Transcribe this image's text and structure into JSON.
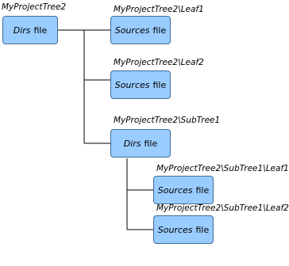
{
  "nodes": {
    "root": {
      "path": "MyProjectTree2",
      "kind": "Dirs",
      "suffix": "file"
    },
    "leaf1": {
      "path": "MyProjectTree2\\Leaf1",
      "kind": "Sources",
      "suffix": "file"
    },
    "leaf2": {
      "path": "MyProjectTree2\\Leaf2",
      "kind": "Sources",
      "suffix": "file"
    },
    "subtree1": {
      "path": "MyProjectTree2\\SubTree1",
      "kind": "Dirs",
      "suffix": "file"
    },
    "subleaf1": {
      "path": "MyProjectTree2\\SubTree1\\Leaf1",
      "kind": "Sources",
      "suffix": "file"
    },
    "subleaf2": {
      "path": "MyProjectTree2\\SubTree1\\Leaf2",
      "kind": "Sources",
      "suffix": "file"
    }
  },
  "colors": {
    "node_fill": "#99ccff",
    "node_border": "#3f6c9a",
    "connector": "#000000"
  }
}
